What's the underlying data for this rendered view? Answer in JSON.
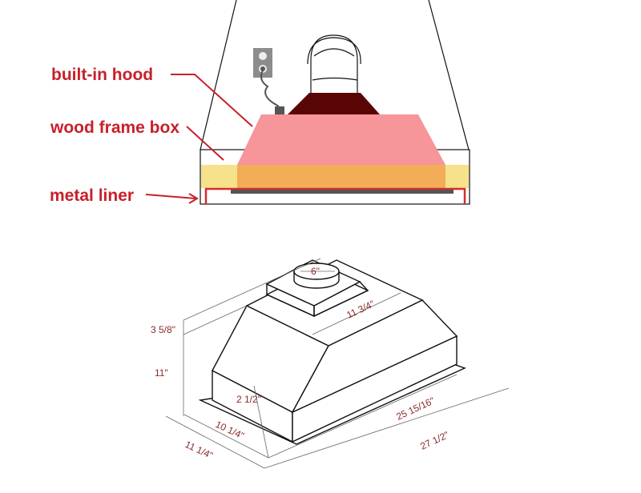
{
  "top_diagram": {
    "labels": {
      "hood": "built-in hood",
      "frame": "wood frame box",
      "liner": "metal liner"
    },
    "colors": {
      "label_red": "#c8202a",
      "hood_pink": "#f6959a",
      "frame_orange": "#f3ad57",
      "frame_yellow": "#f6e28b",
      "duct_maroon": "#5a0505",
      "liner_red": "#d92b2b",
      "liner_gray": "#555555"
    }
  },
  "bottom_diagram": {
    "dimensions": {
      "duct": "6\"",
      "top_depth": "11 3/4\"",
      "upper_height": "3 5/8\"",
      "total_height": "11\"",
      "front_lip": "2 1/2\"",
      "inner_depth": "10 1/4\"",
      "outer_depth": "11 1/4\"",
      "inner_width": "25 15/16\"",
      "outer_width": "27 1/2\""
    }
  }
}
